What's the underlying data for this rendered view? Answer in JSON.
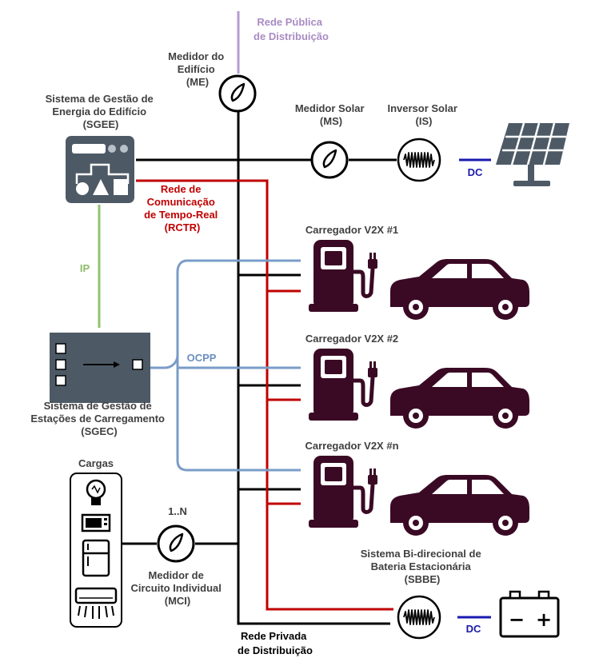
{
  "colors": {
    "bus": "#000000",
    "rctr": "#c00000",
    "ocpp": "#7a9cc8",
    "ip": "#92c26e",
    "public_grid": "#b39cd0",
    "dc": "#1a1ab0",
    "vehicle": "#3a0a24",
    "charger": "#3a0a24",
    "panel": "#4d5a66"
  },
  "labels": {
    "public_grid": [
      "Rede Pública",
      "de Distribuição"
    ],
    "building_meter": [
      "Medidor do",
      "Edifício",
      "(ME)"
    ],
    "sgee": [
      "Sistema de Gestão de",
      "Energia do Edifício",
      "(SGEE)"
    ],
    "solar_meter": [
      "Medidor Solar",
      "(MS)"
    ],
    "solar_inverter": [
      "Inversor Solar",
      "(IS)"
    ],
    "dc_solar": "DC",
    "rctr": [
      "Rede de",
      "Comunicação",
      "de Tempo-Real",
      "(RCTR)"
    ],
    "ip": "IP",
    "ocpp": "OCPP",
    "charger_1": "Carregador V2X #1",
    "charger_2": "Carregador V2X #2",
    "charger_n": "Carregador V2X #n",
    "sgec": [
      "Sistema de Gestão de",
      "Estações de Carregamento",
      "(SGEC)"
    ],
    "loads": "Cargas",
    "mci_count": "1..N",
    "mci": [
      "Medidor de",
      "Circuito Individual",
      "(MCI)"
    ],
    "sbbe": [
      "Sistema Bi-direcional de",
      "Bateria Estacionária",
      "(SBBE)"
    ],
    "dc_battery": "DC",
    "private_grid": [
      "Rede Privada",
      "de Distribuição"
    ],
    "battery_minus": "−",
    "battery_plus": "+"
  },
  "icons": {
    "meter": "gauge-icon",
    "inverter": "sine-wave-icon",
    "solar_panel": "solar-panel-icon",
    "charger": "ev-charger-icon",
    "car": "car-icon",
    "battery": "battery-icon",
    "bulb": "light-bulb-icon",
    "microwave": "microwave-icon",
    "fridge": "fridge-icon",
    "ac": "air-conditioner-icon"
  }
}
